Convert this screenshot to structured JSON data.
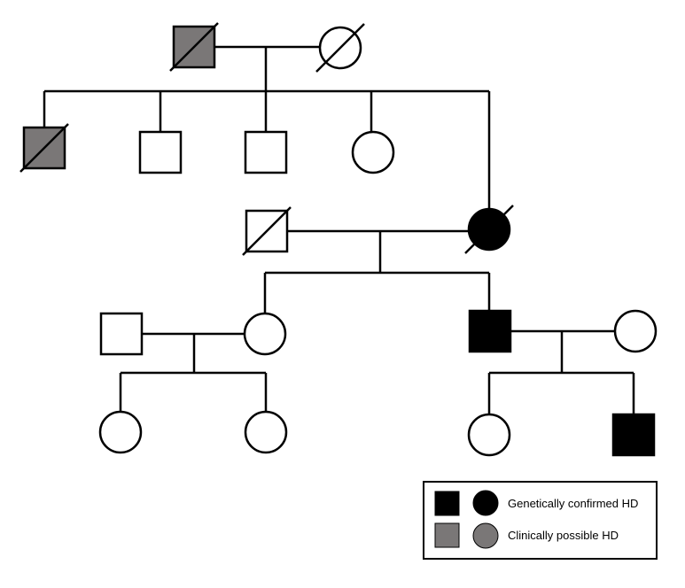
{
  "colors": {
    "affected_confirmed": "#000000",
    "clinically_possible": "#7a7777",
    "unaffected": "#ffffff",
    "line": "#000000"
  },
  "legend": {
    "confirmed_label": "Genetically confirmed HD",
    "possible_label": "Clinically possible HD"
  },
  "pedigree": {
    "individuals": [
      {
        "id": "gen1-father",
        "sex": "male",
        "status": "possible",
        "deceased": true
      },
      {
        "id": "gen1-mother",
        "sex": "female",
        "status": "unaffected",
        "deceased": true
      },
      {
        "id": "gen2-son-1",
        "sex": "male",
        "status": "possible",
        "deceased": true
      },
      {
        "id": "gen2-son-2",
        "sex": "male",
        "status": "unaffected",
        "deceased": false
      },
      {
        "id": "gen2-son-3",
        "sex": "male",
        "status": "unaffected",
        "deceased": false
      },
      {
        "id": "gen2-daughter-1",
        "sex": "female",
        "status": "unaffected",
        "deceased": false
      },
      {
        "id": "gen2-husband",
        "sex": "male",
        "status": "unaffected",
        "deceased": true
      },
      {
        "id": "gen2-daughter-2",
        "sex": "female",
        "status": "confirmed",
        "deceased": true
      },
      {
        "id": "gen3-son-in-law",
        "sex": "male",
        "status": "unaffected",
        "deceased": false
      },
      {
        "id": "gen3-daughter",
        "sex": "female",
        "status": "unaffected",
        "deceased": false
      },
      {
        "id": "gen3-son",
        "sex": "male",
        "status": "confirmed",
        "deceased": false
      },
      {
        "id": "gen3-daughter-in-law",
        "sex": "female",
        "status": "unaffected",
        "deceased": false
      },
      {
        "id": "gen4-granddaughter-1",
        "sex": "female",
        "status": "unaffected",
        "deceased": false
      },
      {
        "id": "gen4-granddaughter-2",
        "sex": "female",
        "status": "unaffected",
        "deceased": false
      },
      {
        "id": "gen4-granddaughter-3",
        "sex": "female",
        "status": "unaffected",
        "deceased": false
      },
      {
        "id": "gen4-grandson",
        "sex": "male",
        "status": "confirmed",
        "deceased": false
      }
    ]
  }
}
